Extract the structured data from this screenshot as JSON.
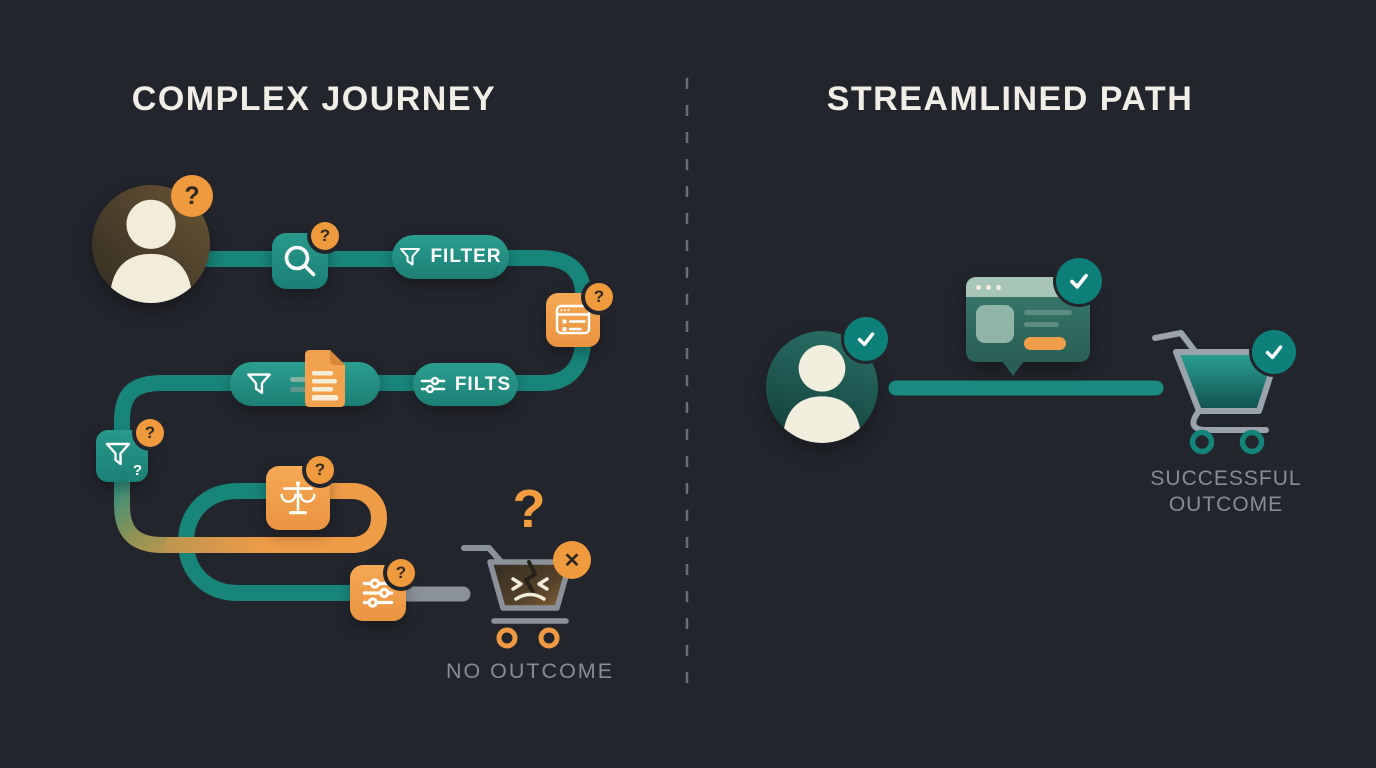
{
  "glyphs": {
    "question": "?",
    "cross": "✕"
  },
  "left": {
    "title": "COMPLEX JOURNEY",
    "filter_label": "FILTER",
    "filts_label": "FILTS",
    "outcome_label": "NO OUTCOME"
  },
  "right": {
    "title": "STREAMLINED PATH",
    "outcome_line1": "SUCCESSFUL",
    "outcome_line2": "OUTCOME"
  },
  "colors": {
    "background": "#22252c",
    "path_teal": "#18857a",
    "path_orange": "#ef9c47",
    "path_gray": "#8b9199",
    "badge_orange": "#f09a3e",
    "badge_teal": "#0e807a",
    "muted_text": "#878d96",
    "title_text": "#f1eee7"
  }
}
